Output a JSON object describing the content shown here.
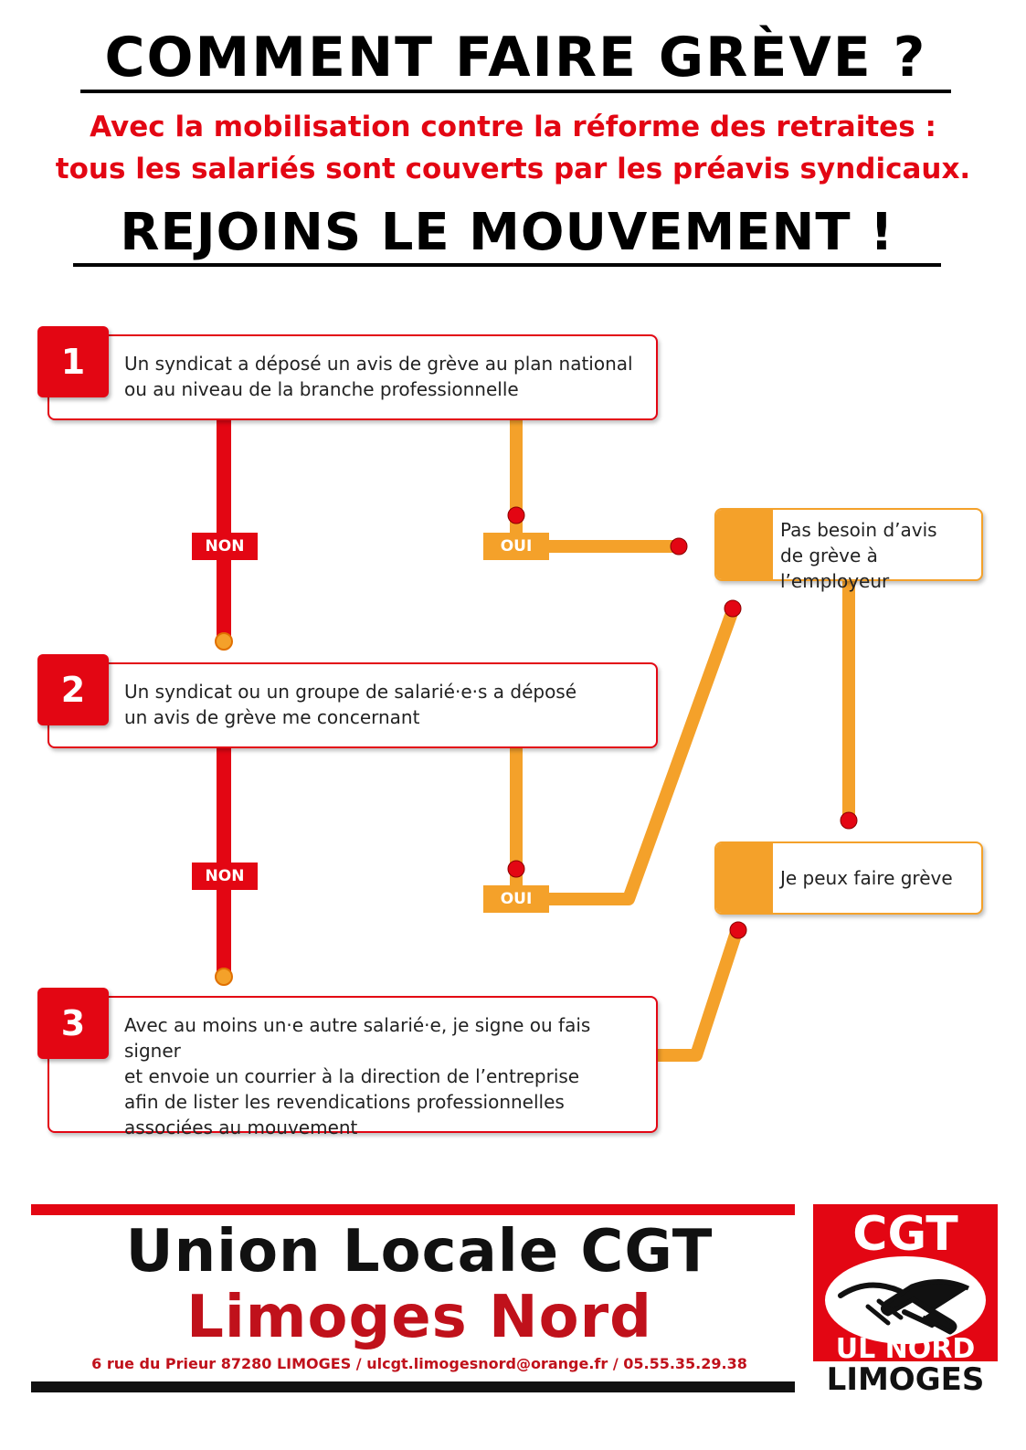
{
  "header": {
    "title": "COMMENT FAIRE GRÈVE ?",
    "subtitle_line1": "Avec la mobilisation contre la réforme des retraites :",
    "subtitle_line2": "tous les salariés sont couverts par les préavis syndicaux.",
    "call_to_action": "REJOINS LE MOUVEMENT !"
  },
  "flow": {
    "steps": [
      {
        "number": "1",
        "line1": "Un syndicat a déposé un avis de grève au plan national",
        "line2": "ou au niveau de la branche professionnelle"
      },
      {
        "number": "2",
        "line1": "Un syndicat ou un groupe de salarié·e·s a déposé",
        "line2": "un avis de grève me concernant"
      },
      {
        "number": "3",
        "line1": "Avec au moins un·e autre salarié·e, je signe ou fais signer",
        "line2": "et envoie un courrier à la direction de l’entreprise",
        "line3": "afin de lister les revendications professionnelles",
        "line4": "associées au mouvement"
      }
    ],
    "no_label": "NON",
    "yes_label": "OUI",
    "outcome_no_notice": {
      "line1": "Pas besoin d’avis",
      "line2": "de grève à l’employeur"
    },
    "outcome_strike": "Je peux faire grève",
    "colors": {
      "red": "#e30613",
      "orange": "#f4a12a"
    }
  },
  "footer": {
    "org_line1": "Union Locale CGT",
    "org_line2": "Limoges Nord",
    "contact": "6 rue du Prieur 87280 LIMOGES  /  ulcgt.limogesnord@orange.fr  /  05.55.35.29.38",
    "logo_top": "CGT",
    "logo_mid": "UL NORD",
    "logo_bottom": "LIMOGES"
  }
}
